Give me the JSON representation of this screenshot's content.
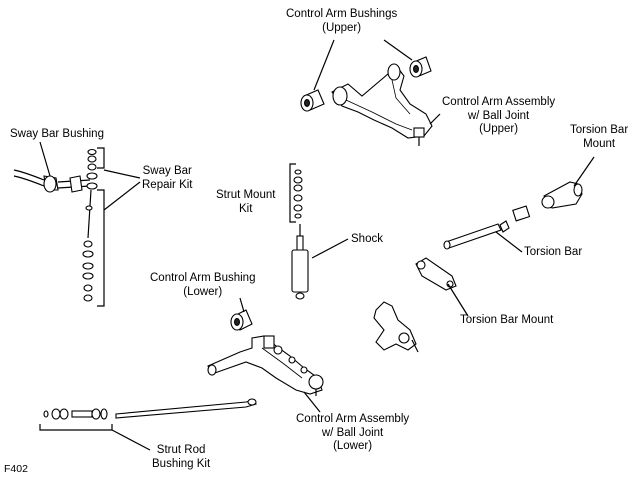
{
  "labels": {
    "control_arm_bushings_upper": [
      "Control Arm Bushings",
      "(Upper)"
    ],
    "control_arm_assembly_upper": [
      "Control Arm Assembly",
      "w/ Ball Joint",
      "(Upper)"
    ],
    "torsion_bar_mount_top": [
      "Torsion Bar",
      "Mount"
    ],
    "sway_bar_bushing": [
      "Sway Bar Bushing"
    ],
    "sway_bar_repair_kit": [
      "Sway Bar",
      "Repair Kit"
    ],
    "strut_mount_kit": [
      "Strut Mount",
      "Kit"
    ],
    "shock": [
      "Shock"
    ],
    "torsion_bar": [
      "Torsion Bar"
    ],
    "control_arm_bushing_lower": [
      "Control Arm Bushing",
      "(Lower)"
    ],
    "torsion_bar_mount_bottom": [
      "Torsion Bar Mount"
    ],
    "control_arm_assembly_lower": [
      "Control Arm Assembly",
      "w/ Ball Joint",
      "(Lower)"
    ],
    "strut_rod_bushing_kit": [
      "Strut Rod",
      "Bushing Kit"
    ],
    "figure_code": [
      "F402"
    ]
  }
}
